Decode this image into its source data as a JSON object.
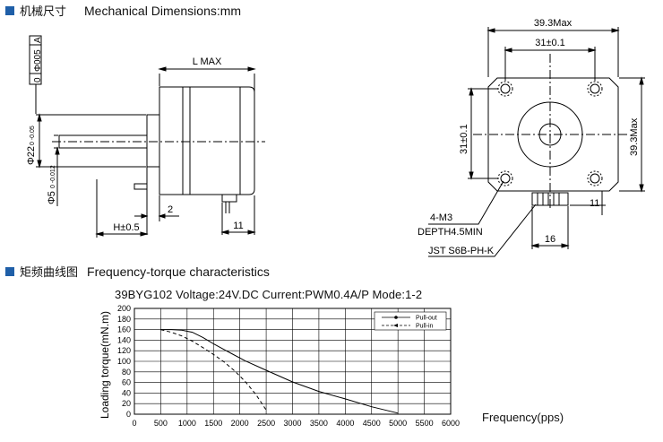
{
  "section1": {
    "title_cn": "机械尺寸",
    "title_en": "Mechanical Dimensions:mm"
  },
  "section2": {
    "title_cn": "矩频曲线图",
    "title_en": "Frequency-torque characteristics"
  },
  "colors": {
    "bullet": "#1f5fa8"
  },
  "side_view": {
    "l_max": "L MAX",
    "tolerance_frame": [
      "0",
      "Φ005",
      "A"
    ],
    "dia22_main": "Φ22",
    "dia22_tol": "0  -0.05",
    "dia5_main": "Φ5",
    "dia5_tol": "0  -0.012",
    "h_dim": "H±0.5",
    "dim_2": "2",
    "dim_11": "11"
  },
  "front_view": {
    "width_max": "39.3Max",
    "hole_spacing_h": "31±0.1",
    "hole_spacing_v": "31±0.1",
    "height_max": "39.3Max",
    "mount_holes": "4-M3",
    "depth": "DEPTH4.5MIN",
    "connector": "JST S6B-PH-K",
    "dim_11": "11",
    "dim_16": "16"
  },
  "chart_data": {
    "type": "line",
    "subtitle": "39BYG102   Voltage:24V.DC  Current:PWM0.4A/P Mode:1-2",
    "xlabel": "Frequency(pps)",
    "ylabel": "Loading torque(mN.m)",
    "xlim": [
      0,
      6000
    ],
    "ylim": [
      0,
      200
    ],
    "x_ticks": [
      "0",
      "500",
      "1000",
      "1500",
      "2000",
      "2500",
      "3000",
      "3500",
      "4000",
      "4500",
      "5000",
      "5500",
      "6000"
    ],
    "y_ticks": [
      "0",
      "20",
      "40",
      "60",
      "80",
      "100",
      "120",
      "140",
      "160",
      "180",
      "200"
    ],
    "grid": true,
    "legend_position": "top-right",
    "series": [
      {
        "name": "Pull-out",
        "style": "solid",
        "x": [
          500,
          700,
          900,
          1100,
          1300,
          1500,
          1800,
          2100,
          2500,
          3000,
          3500,
          4000,
          4500,
          5000
        ],
        "y": [
          160,
          160,
          159,
          155,
          145,
          133,
          117,
          101,
          83,
          61,
          43,
          29,
          14,
          2
        ]
      },
      {
        "name": "Pull-in",
        "style": "dashed",
        "x": [
          500,
          700,
          900,
          1100,
          1300,
          1500,
          1700,
          1900,
          2100,
          2300,
          2500
        ],
        "y": [
          160,
          155,
          148,
          138,
          126,
          113,
          99,
          82,
          62,
          38,
          8
        ]
      }
    ]
  }
}
